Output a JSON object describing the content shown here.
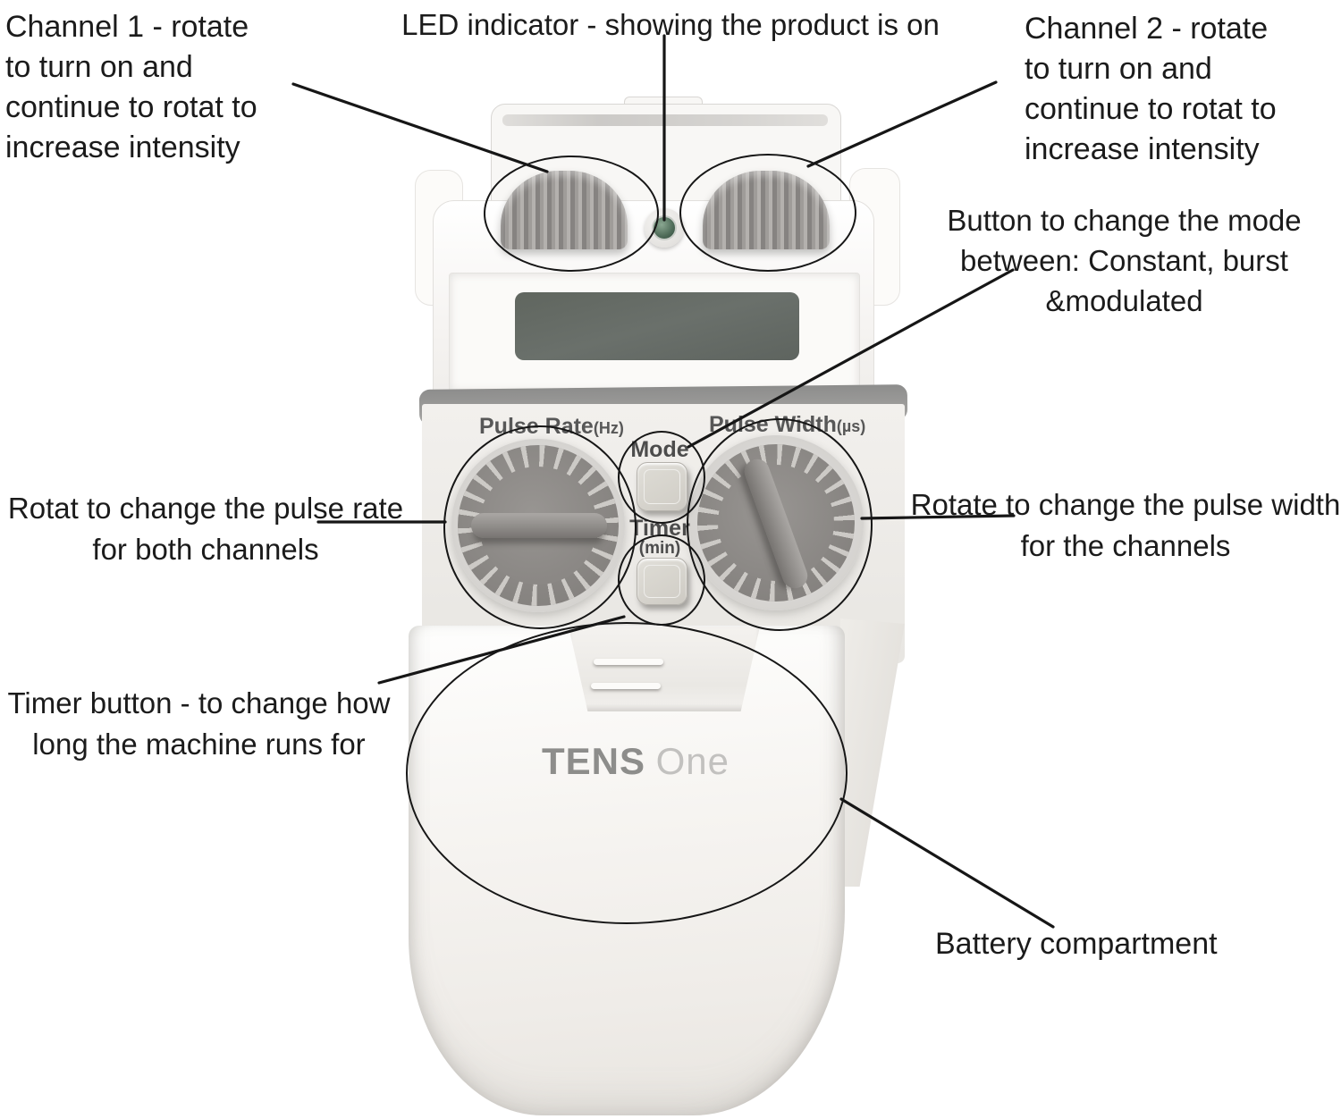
{
  "figure": {
    "type": "annotated-product-diagram",
    "product": "TENS unit"
  },
  "annotations": {
    "channel1": {
      "lines": [
        "Channel 1 - rotate",
        "to turn on and",
        "continue to rotat to",
        "increase intensity"
      ]
    },
    "led": {
      "lines": [
        "LED indicator - showing the product is on"
      ]
    },
    "channel2": {
      "lines": [
        "Channel 2 - rotate",
        "to turn on and",
        "continue to rotat to",
        "increase intensity"
      ]
    },
    "mode": {
      "lines": [
        "Button to change the mode",
        "between: Constant, burst",
        "&modulated"
      ]
    },
    "pulse_rate": {
      "lines": [
        "Rotat to change the pulse rate",
        "for both channels"
      ]
    },
    "pulse_width": {
      "lines": [
        "Rotate to change the pulse width",
        "for the channels"
      ]
    },
    "timer": {
      "lines": [
        "Timer button - to change how",
        "long the machine runs for"
      ]
    },
    "battery": {
      "lines": [
        "Battery compartment"
      ]
    }
  },
  "device": {
    "labels": {
      "pulse_rate": "Pulse Rate",
      "pulse_rate_unit": "(Hz)",
      "pulse_width": "Pulse Width",
      "pulse_width_unit": "(µs)",
      "mode_button": "Mode",
      "timer_button": "Timer",
      "timer_unit": "(min)",
      "brand": "TENS",
      "brand_suffix": "One"
    },
    "colors": {
      "led_green": "#5d7a64",
      "lcd_screen": "#636966",
      "knob_gray": "#8f8c89",
      "trim_gray": "#9c9b99",
      "annotation_ink": "#161616"
    }
  }
}
